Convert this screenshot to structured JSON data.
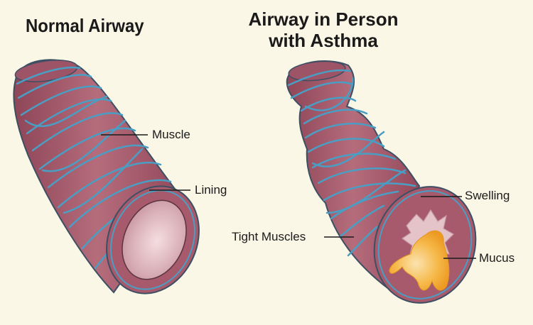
{
  "titles": {
    "normal": "Normal Airway",
    "asthma_line1": "Airway in Person",
    "asthma_line2": "with Asthma"
  },
  "labels": {
    "muscle": "Muscle",
    "lining": "Lining",
    "swelling": "Swelling",
    "tight_muscles": "Tight Muscles",
    "mucus": "Mucus"
  },
  "colors": {
    "background": "#fbf7e6",
    "airway_wall": "#a85a6a",
    "airway_outline": "#3d4f63",
    "muscle_fiber": "#4a9ec4",
    "lumen": "#e6c4c9",
    "mucus": "#f0a52c"
  }
}
